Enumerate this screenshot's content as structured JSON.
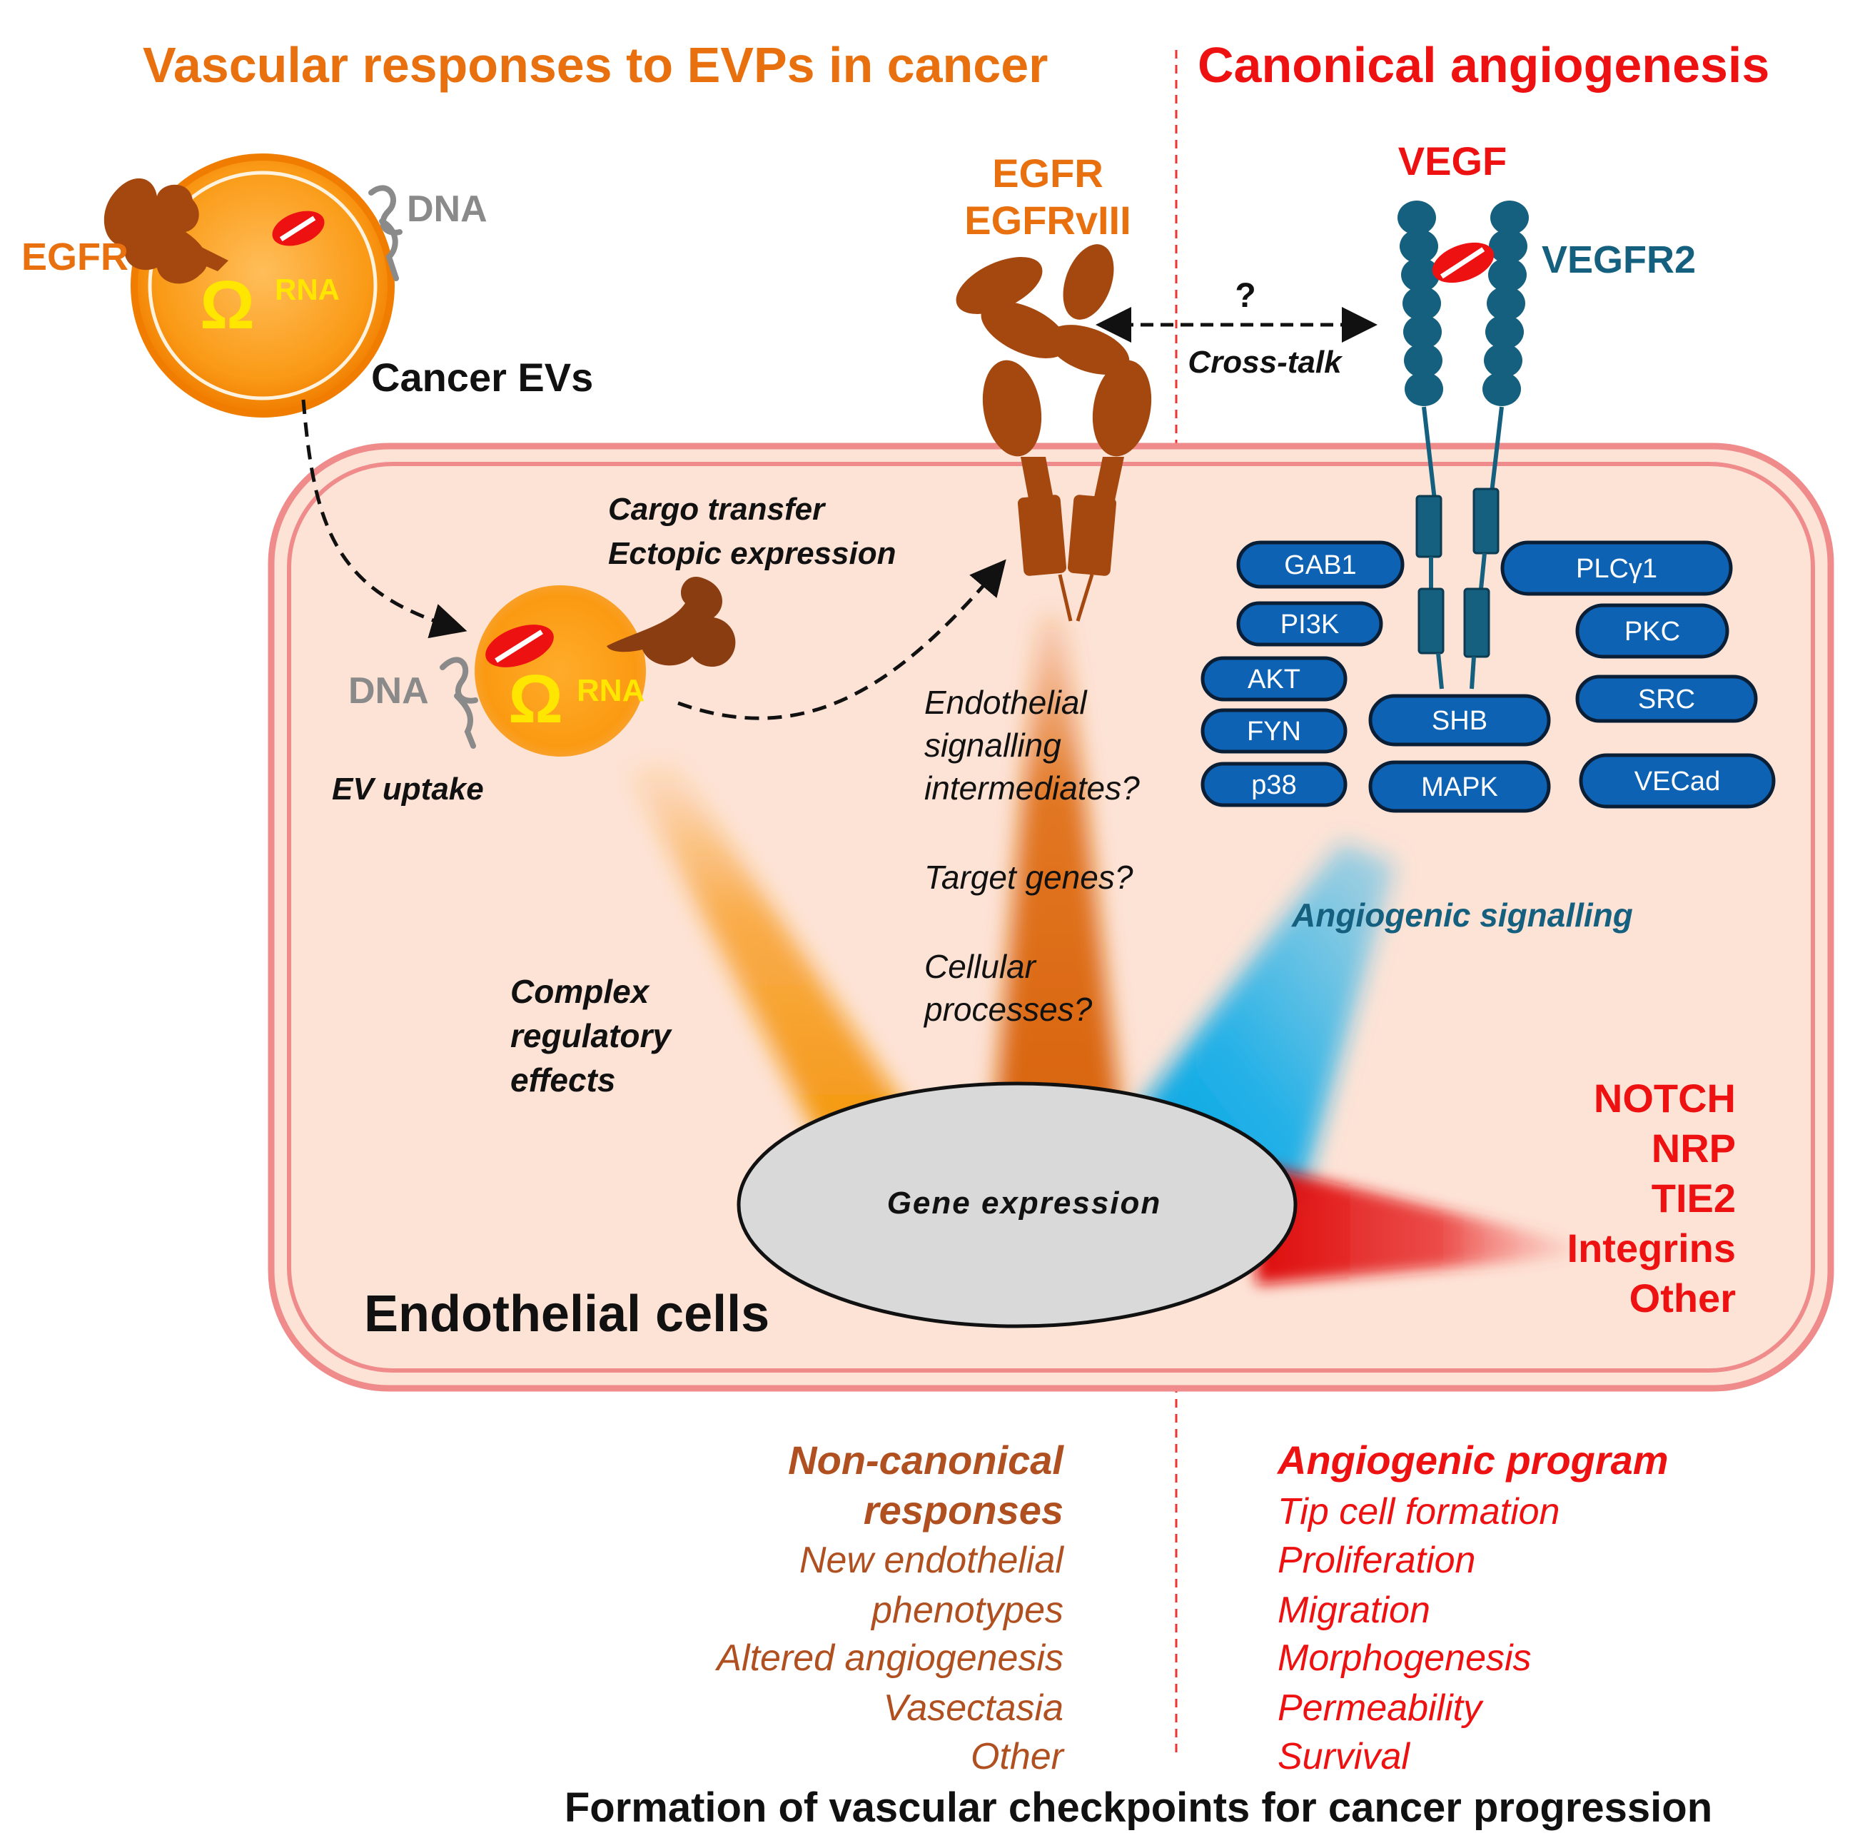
{
  "headings": {
    "left": "Vascular responses to EVPs in cancer",
    "right": "Canonical angiogenesis"
  },
  "ev": {
    "egfr": "EGFR",
    "dna": "DNA",
    "rna": "RNA",
    "omega": "Ω",
    "caption": "Cancer EVs"
  },
  "uptake": {
    "dna": "DNA",
    "rna": "RNA",
    "omega": "Ω",
    "label": "EV uptake",
    "cargo_line1": "Cargo transfer",
    "cargo_line2": "Ectopic  expression"
  },
  "egfr_receptor": {
    "line1": "EGFR",
    "line2": "EGFRvIII"
  },
  "crosstalk": {
    "question": "?",
    "label": "Cross-talk"
  },
  "vegf": {
    "ligand": "VEGF",
    "receptor": "VEGFR2"
  },
  "signaling_molecules": [
    "GAB1",
    "PI3K",
    "AKT",
    "FYN",
    "p38",
    "SHB",
    "MAPK",
    "PLCγ1",
    "PKC",
    "SRC",
    "VECad"
  ],
  "questions": {
    "q1_line1": "Endothelial",
    "q1_line2": "signalling",
    "q1_line3": "intermediates?",
    "q2": "Target genes?",
    "q3_line1": "Cellular",
    "q3_line2": "processes?"
  },
  "complex_effects": [
    "Complex",
    "regulatory",
    "effects"
  ],
  "angiogenic_signalling": "Angiogenic  signalling",
  "pathways": [
    "NOTCH",
    "NRP",
    "TIE2",
    "Integrins",
    "Other"
  ],
  "nucleus_label": "Gene expression",
  "cell_label": "Endothelial cells",
  "left_outcomes": {
    "heading_line1": "Non-canonical",
    "heading_line2": "responses",
    "items": [
      "New endothelial",
      "phenotypes",
      "Altered angiogenesis",
      "Vasectasia",
      "Other"
    ]
  },
  "right_outcomes": {
    "heading": "Angiogenic program",
    "items": [
      "Tip cell formation",
      "Proliferation",
      "Migration",
      "Morphogenesis",
      "Permeability",
      "Survival"
    ]
  },
  "footer": "Formation of vascular checkpoints for cancer progression",
  "colors": {
    "orange": "#e8700f",
    "red": "#ee1111",
    "teal": "#15607f",
    "brown": "#8b3d12",
    "node_blue": "#0d62b4",
    "cell_fill": "#fde3d6",
    "cell_border": "#f08b8b"
  }
}
